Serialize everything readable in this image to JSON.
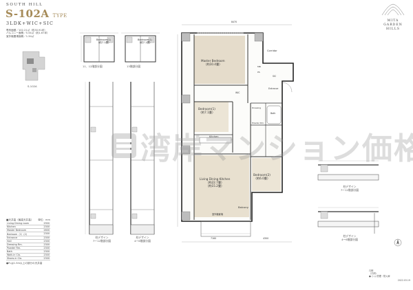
{
  "header": {
    "area_label": "SOUTH HILL",
    "plan_code": "S-102A",
    "type_word": "TYPE",
    "layout": "3LDK+WIC+SIC",
    "floor_area": "専有面積／102.21㎡（約30.91坪）",
    "balcony_area": "バルコニー面積／5.54㎡（約1.67坪）",
    "outdoor_unit": "室外機置場面積／1.34㎡"
  },
  "brand": {
    "line1": "MITA",
    "line2": "GARDEN",
    "line3": "HILLS"
  },
  "key_plan": {
    "label": "S-102A"
  },
  "spec_table": {
    "header": "■天井高（最高天井高）",
    "unit": "単位：mm",
    "rows": [
      {
        "room": "Living Dining room",
        "value": "2900"
      },
      {
        "room": "Kitchen",
        "value": "2300"
      },
      {
        "room": "Master Bedroom",
        "value": "2600"
      },
      {
        "room": "Bedroom（1）(2)",
        "value": "2300"
      },
      {
        "room": "Entrance",
        "value": "2300"
      },
      {
        "room": "Hall",
        "value": "2300"
      },
      {
        "room": "Dressing Rm.",
        "value": "2300"
      },
      {
        "room": "Powder Rm.",
        "value": "2300"
      },
      {
        "room": "Bath",
        "value": "2300"
      },
      {
        "room": "Walk-in Clo.",
        "value": "2300"
      },
      {
        "room": "Shoes-in Clo.",
        "value": "2300"
      }
    ],
    "footnote": "●FLは1.5m以上の部分の天井高"
  },
  "variants": {
    "top1": {
      "room": "Bedroom(1)",
      "area": "（約7.1畳）",
      "caption": "11、12階部分図"
    },
    "top2": {
      "room": "Bedroom(1)",
      "area": "（約7.1畳）",
      "caption": "13階部分図"
    },
    "col1_caption1": "柱デザイン",
    "col1_caption2": "7～12階部分図",
    "col2_caption1": "柱デザイン",
    "col2_caption2": "4～6階部分図",
    "right1_caption1": "柱デザイン",
    "right1_caption2": "7～12階部分図",
    "right2_caption1": "柱デザイン",
    "right2_caption2": "4～6階部分図"
  },
  "plan": {
    "master_bedroom": "Master Bedroom",
    "master_area": "（約10.4畳）",
    "bedroom1": "Bedroom(1)",
    "bedroom1_area": "（約7.1畳）",
    "bedroom2": "Bedroom(2)",
    "bedroom2_area": "（約6.0畳）",
    "ldk": "Living Dining Kitchen",
    "ldk_area": "（約22.7畳）",
    "ldk_area2": "（約15.2畳）",
    "corridor": "Corridor",
    "balcony": "Balcony",
    "entrance": "Entrance",
    "bath": "Bath",
    "powder": "Powder Rm.",
    "dressing": "Dressing",
    "wic": "WIC",
    "sic": "SIC",
    "kitchen": "Kitchen",
    "mb": "MB",
    "ps": "PS",
    "outdoor_unit": "室外機置場",
    "dim_top": "8470",
    "dim_bottom1": "7160",
    "dim_bottom2": "4300"
  },
  "legend": {
    "title": "凡例",
    "line1": "〈凡例〉",
    "line2": "● ○ ◎ 防煙・防火扉",
    "date": "2022.03.19"
  },
  "watermark": {
    "text": "湾岸マンション価格ナビ"
  }
}
